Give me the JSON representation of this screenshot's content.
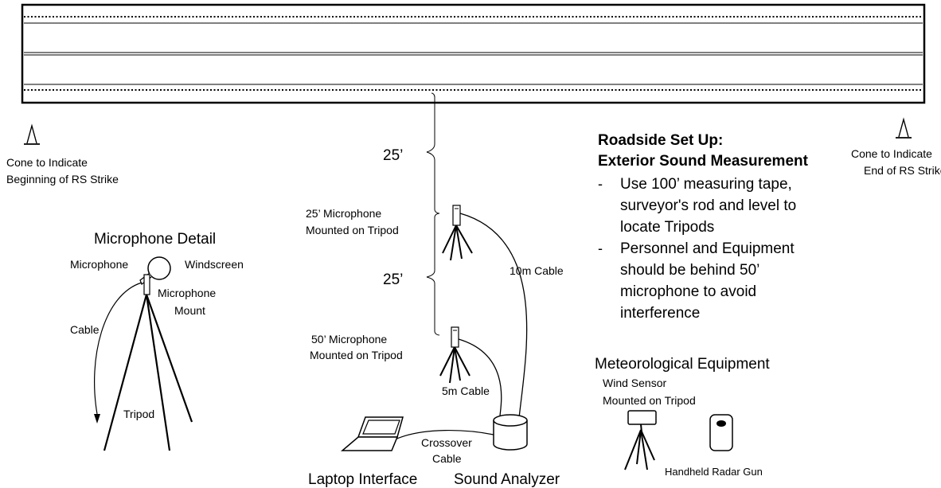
{
  "cone_left": {
    "line1": "Cone to Indicate",
    "line2": "Beginning of RS Strike"
  },
  "cone_right": {
    "line1": "Cone to Indicate",
    "line2": "End of RS Strike"
  },
  "distance_25_upper": "25’",
  "distance_25_lower": "25’",
  "mic25": {
    "line1": "25’ Microphone",
    "line2": "Mounted on Tripod"
  },
  "mic50": {
    "line1": "50’ Microphone",
    "line2": "Mounted on Tripod"
  },
  "cable_10m": "10m Cable",
  "cable_5m": "5m Cable",
  "crossover": {
    "line1": "Crossover",
    "line2": "Cable"
  },
  "laptop_label": "Laptop Interface",
  "analyzer_label": "Sound Analyzer",
  "detail": {
    "title": "Microphone Detail",
    "microphone": "Microphone",
    "windscreen": "Windscreen",
    "mount_line1": "Microphone",
    "mount_line2": "Mount",
    "cable": "Cable",
    "tripod": "Tripod"
  },
  "setup": {
    "title_line1": "Roadside Set Up:",
    "title_line2": "Exterior Sound Measurement",
    "bullet_dash": "-",
    "bullet1_line1": "Use 100’ measuring tape,",
    "bullet1_line2": "surveyor's rod and level to",
    "bullet1_line3": "locate Tripods",
    "bullet2_line1": "Personnel and Equipment",
    "bullet2_line2": "should be behind 50’",
    "bullet2_line3": "microphone to avoid",
    "bullet2_line4": "interference"
  },
  "met": {
    "title": "Meteorological Equipment",
    "wind_line1": "Wind Sensor",
    "wind_line2": "Mounted on Tripod",
    "radar": "Handheld Radar Gun"
  }
}
